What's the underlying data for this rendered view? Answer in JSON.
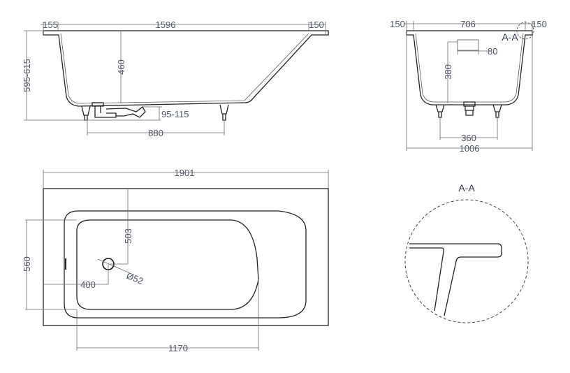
{
  "side_view": {
    "rim_left": "155",
    "length_inner": "1596",
    "rim_right": "150",
    "height_total": "595-615",
    "depth": "460",
    "drain_height": "95-115",
    "leg_spacing": "880"
  },
  "end_view": {
    "rim_left": "150",
    "width_inner": "706",
    "rim_right": "150",
    "width_total": "1006",
    "overflow_height": "80",
    "overflow_depth": "380",
    "leg_spacing": "360",
    "section_marker": "A-A"
  },
  "plan_view": {
    "length_total": "1901",
    "drain_from_top": "503",
    "width_inner": "560",
    "drain_from_left": "400",
    "drain_diameter": "Ø52",
    "basin_length": "1170"
  },
  "detail_view": {
    "title": "A-A"
  }
}
